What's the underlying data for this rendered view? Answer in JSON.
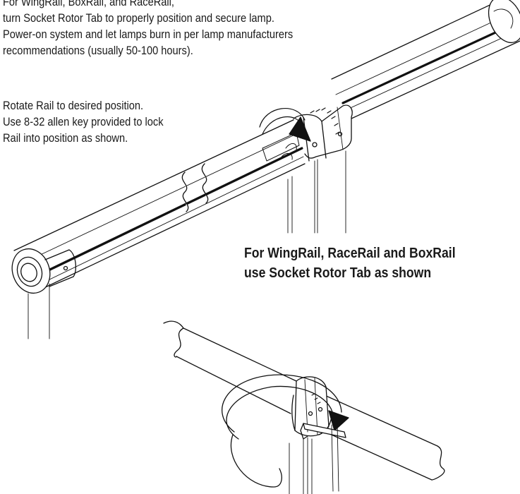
{
  "instructions_top": {
    "lines": [
      "For WingRail, BoxRail, and RaceRail,",
      "turn Socket Rotor Tab to properly position and secure lamp.",
      "Power-on system and let lamps burn in per lamp manufacturers",
      "recommendations (usually 50-100 hours)."
    ]
  },
  "instructions_rail": {
    "lines": [
      "Rotate Rail to desired position.",
      "Use 8-32 allen key provided to lock",
      "Rail into position as shown."
    ]
  },
  "rotor_caption": {
    "lines": [
      "For WingRail, RaceRail and BoxRail",
      "use Socket Rotor Tab as shown"
    ]
  }
}
